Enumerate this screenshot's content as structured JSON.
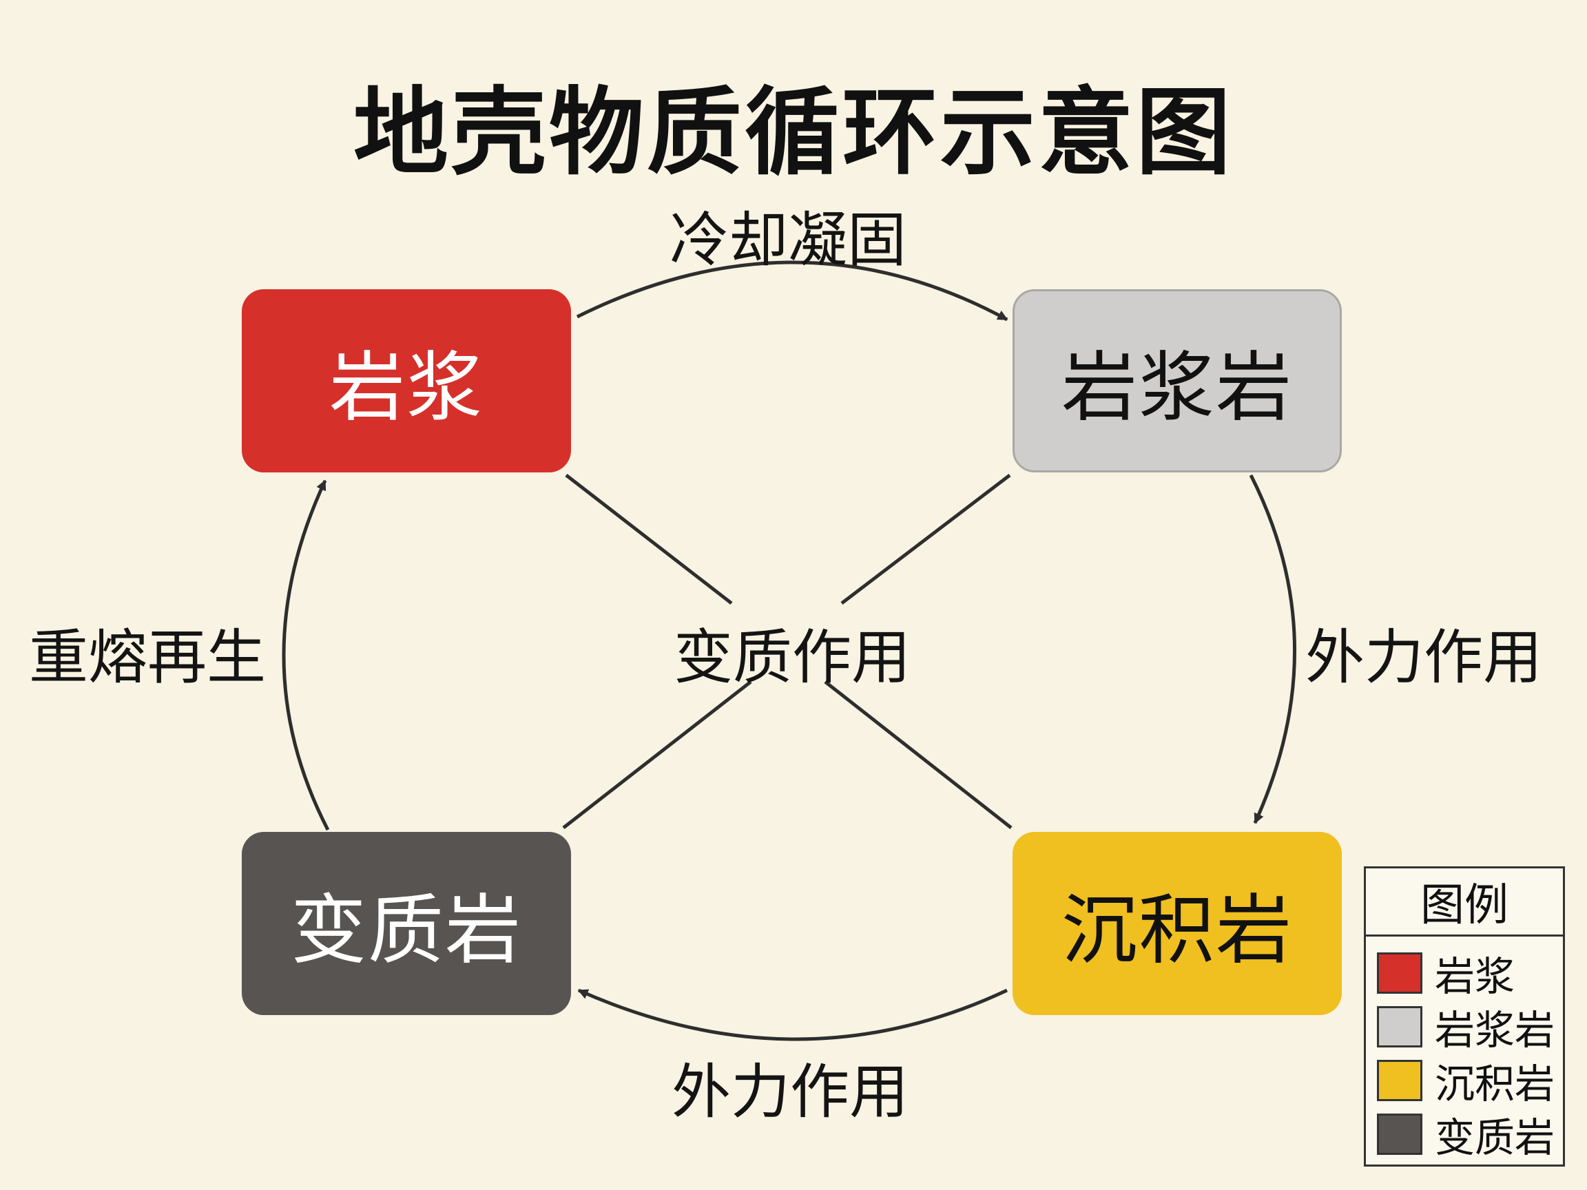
{
  "title": "地壳物质循环示意图",
  "nodes": {
    "magma": {
      "label": "岩浆",
      "color": "#d6302b",
      "text_color": "#ffffff"
    },
    "igneous": {
      "label": "岩浆岩",
      "color": "#cfcecc",
      "text_color": "#111111"
    },
    "sedimentary": {
      "label": "沉积岩",
      "color": "#f0bf20",
      "text_color": "#111111"
    },
    "metamorphic": {
      "label": "变质岩",
      "color": "#575452",
      "text_color": "#ffffff"
    }
  },
  "edges": {
    "top": "冷却凝固",
    "right": "外力作用",
    "bottom": "外力作用",
    "left": "重熔再生",
    "center": "变质作用"
  },
  "legend": {
    "title": "图例",
    "items": [
      {
        "label": "岩浆",
        "color": "#d6302b"
      },
      {
        "label": "岩浆岩",
        "color": "#cfcecc"
      },
      {
        "label": "沉积岩",
        "color": "#f0bf20"
      },
      {
        "label": "变质岩",
        "color": "#575452"
      }
    ]
  },
  "line_color": "#2e2e2e",
  "background": "#f8f3e2"
}
